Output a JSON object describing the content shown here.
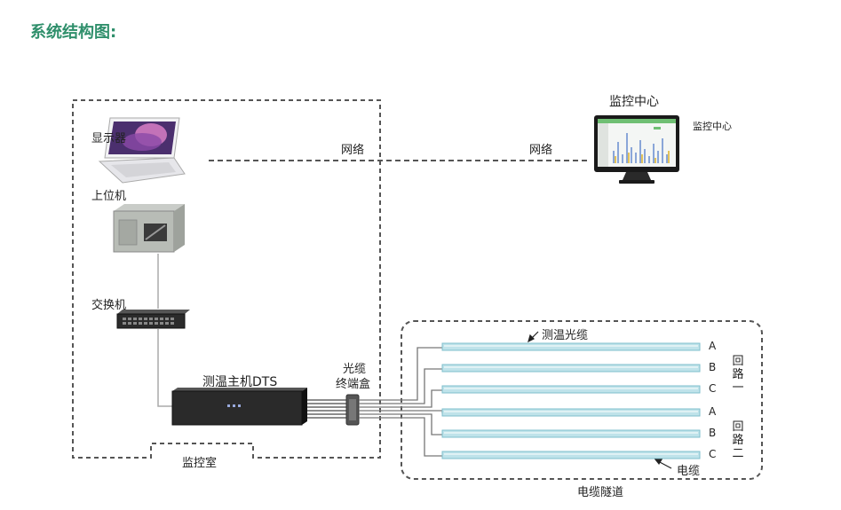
{
  "title": "系统结构图:",
  "labels": {
    "display": "显示器",
    "host_pc": "上位机",
    "switch": "交换机",
    "dts_host": "测温主机DTS",
    "monitor_room": "监控室",
    "network_1": "网络",
    "network_2": "网络",
    "monitor_center_top": "监控中心",
    "monitor_center_side": "监控中心",
    "fiber_terminal_line1": "光缆",
    "fiber_terminal_line2": "终端盒",
    "sensing_fiber": "测温光缆",
    "cable": "电缆",
    "tunnel": "电缆隧道",
    "loop1": "回路一",
    "loop2": "回路二"
  },
  "phases": [
    "A",
    "B",
    "C",
    "A",
    "B",
    "C"
  ],
  "colors": {
    "title": "#2f8f6b",
    "cable_fill": "#bfe3ea",
    "cable_edge": "#7fbfcc",
    "dashed": "#555555"
  }
}
